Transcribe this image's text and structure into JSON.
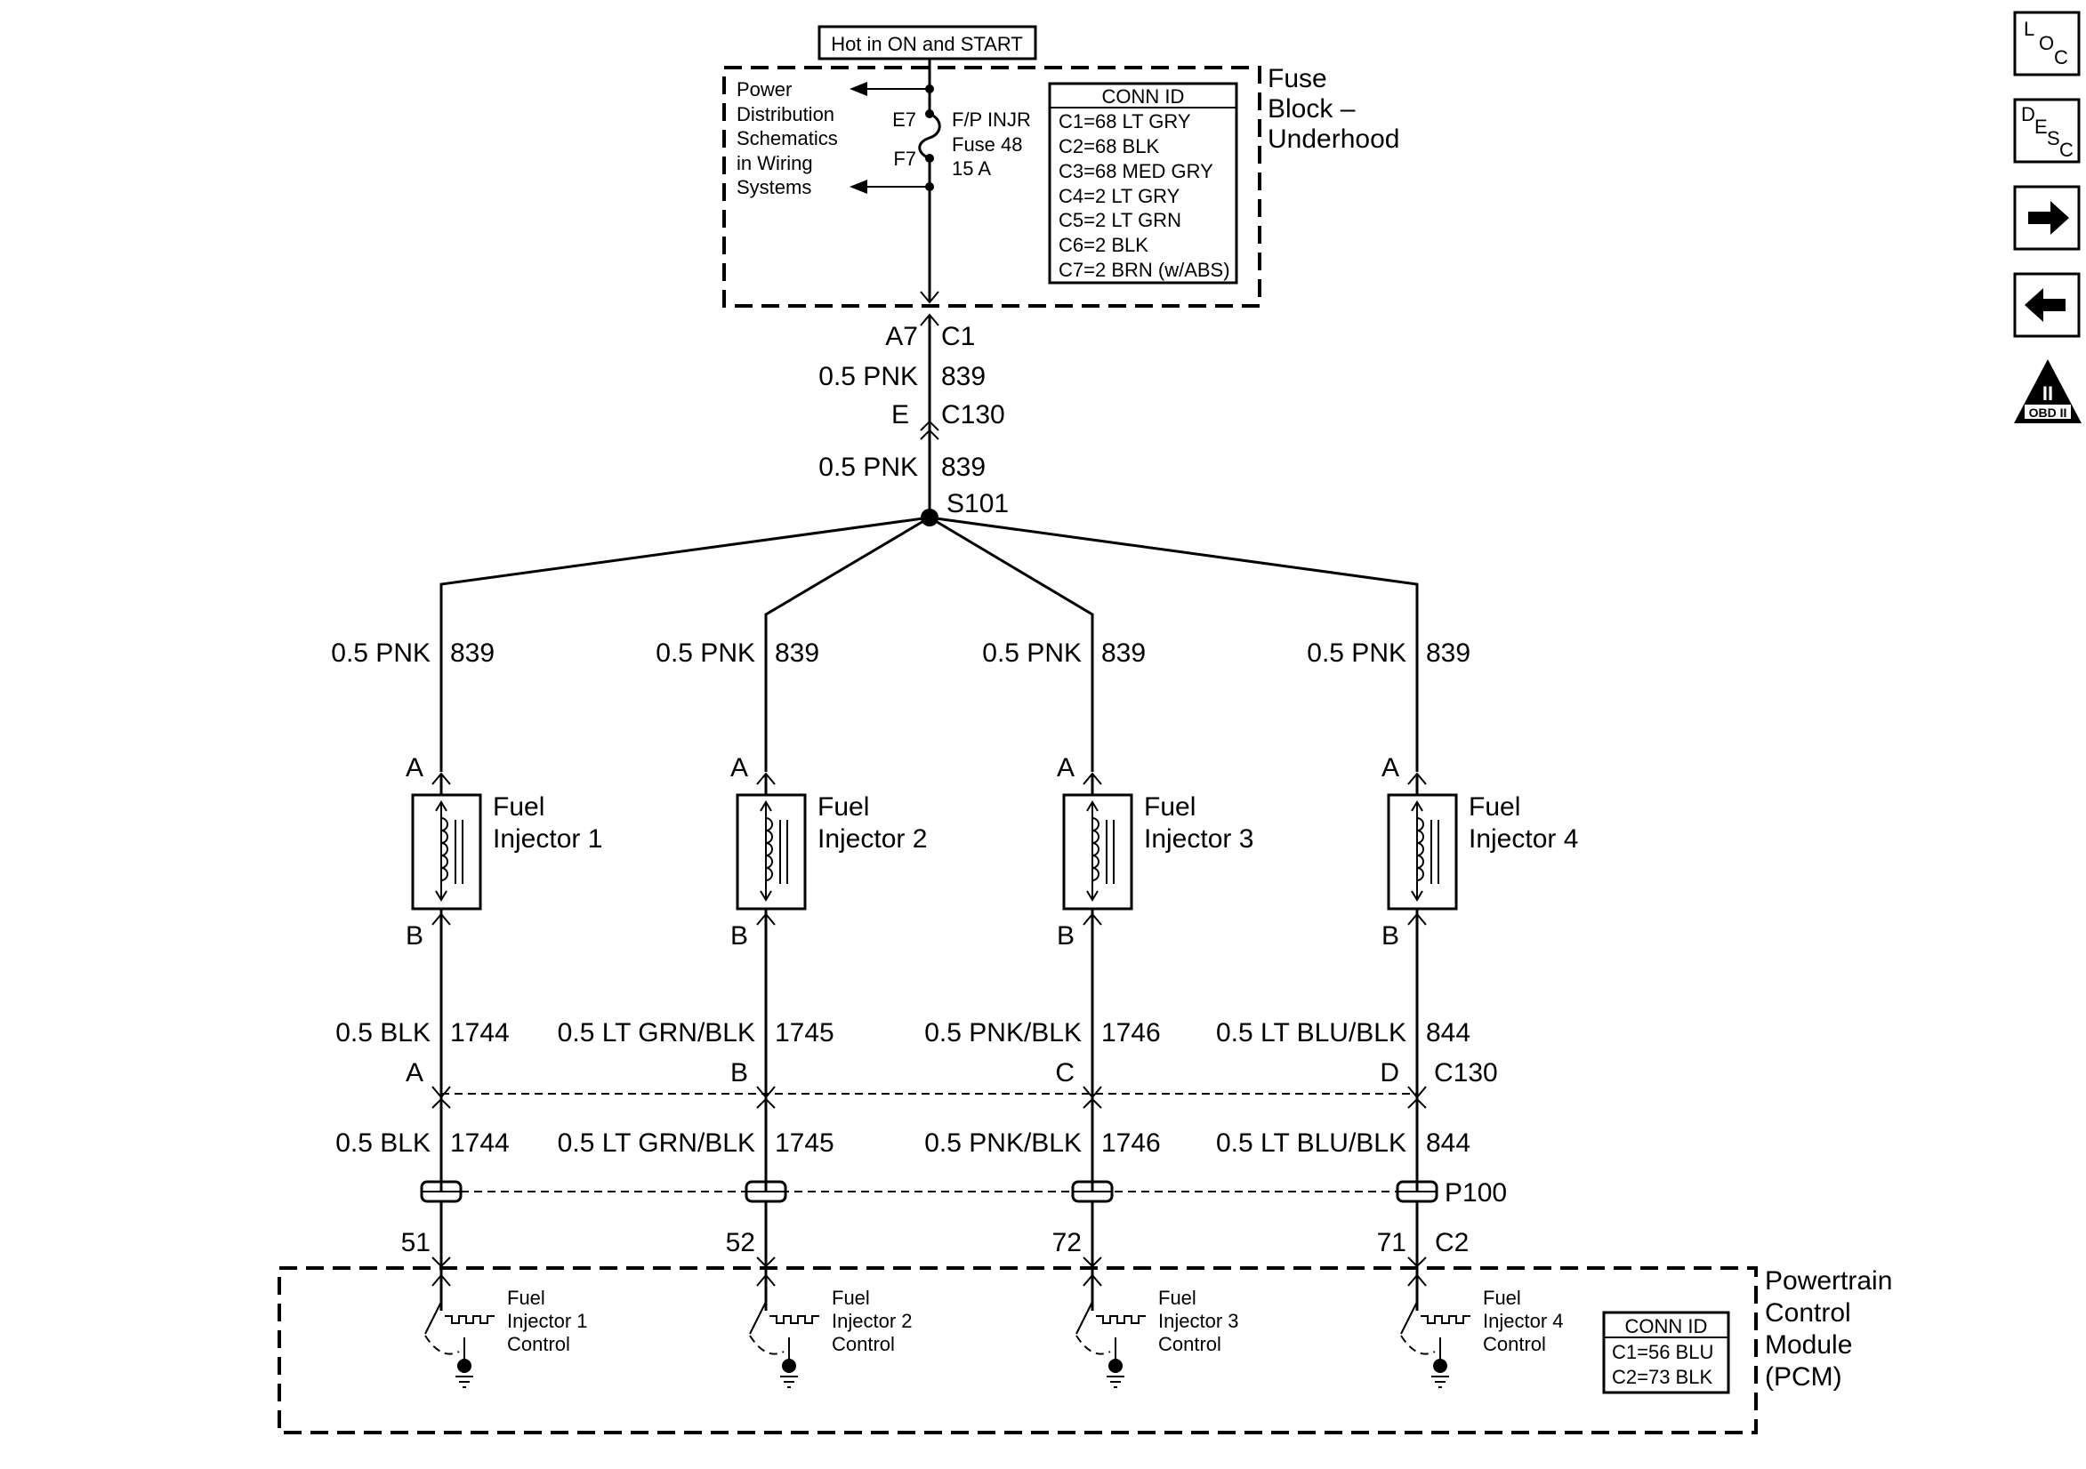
{
  "power_label": "Hot in ON and START",
  "fuse_block": {
    "name_lines": [
      "Fuse",
      "Block –",
      "Underhood"
    ],
    "ref_lines": [
      "Power",
      "Distribution",
      "Schematics",
      "in Wiring",
      "Systems"
    ],
    "terminal_in": "E7",
    "terminal_out": "F7",
    "fuse_lines": [
      "F/P INJR",
      "Fuse 48",
      "15 A"
    ],
    "conn_id_title": "CONN ID",
    "conn_ids": [
      "C1=68 LT GRY",
      "C2=68 BLK",
      "C3=68 MED GRY",
      "C4=2 LT GRY",
      "C5=2 LT GRN",
      "C6=2 BLK",
      "C7=2 BRN (w/ABS)"
    ]
  },
  "feed": {
    "pin": "A7",
    "connector": "C1",
    "wire1_color": "0.5 PNK",
    "wire1_circuit": "839",
    "c130_pin": "E",
    "c130_label": "C130",
    "wire2_color": "0.5 PNK",
    "wire2_circuit": "839",
    "splice": "S101"
  },
  "injectors": [
    {
      "feed_color": "0.5 PNK",
      "feed_circuit": "839",
      "pin_a": "A",
      "pin_b": "B",
      "name1": "Fuel",
      "name2": "Injector 1",
      "ctrl_color": "0.5 BLK",
      "ctrl_circuit": "1744",
      "c130_pin": "A",
      "ctrl_color2": "0.5 BLK",
      "ctrl_circuit2": "1744",
      "pcm_pin": "51",
      "pcm_label": [
        "Fuel",
        "Injector 1",
        "Control"
      ]
    },
    {
      "feed_color": "0.5 PNK",
      "feed_circuit": "839",
      "pin_a": "A",
      "pin_b": "B",
      "name1": "Fuel",
      "name2": "Injector 2",
      "ctrl_color": "0.5 LT GRN/BLK",
      "ctrl_circuit": "1745",
      "c130_pin": "B",
      "ctrl_color2": "0.5 LT GRN/BLK",
      "ctrl_circuit2": "1745",
      "pcm_pin": "52",
      "pcm_label": [
        "Fuel",
        "Injector 2",
        "Control"
      ]
    },
    {
      "feed_color": "0.5 PNK",
      "feed_circuit": "839",
      "pin_a": "A",
      "pin_b": "B",
      "name1": "Fuel",
      "name2": "Injector 3",
      "ctrl_color": "0.5 PNK/BLK",
      "ctrl_circuit": "1746",
      "c130_pin": "C",
      "ctrl_color2": "0.5 PNK/BLK",
      "ctrl_circuit2": "1746",
      "pcm_pin": "72",
      "pcm_label": [
        "Fuel",
        "Injector 3",
        "Control"
      ]
    },
    {
      "feed_color": "0.5 PNK",
      "feed_circuit": "839",
      "pin_a": "A",
      "pin_b": "B",
      "name1": "Fuel",
      "name2": "Injector 4",
      "ctrl_color": "0.5 LT BLU/BLK",
      "ctrl_circuit": "844",
      "c130_pin": "D",
      "ctrl_color2": "0.5 LT BLU/BLK",
      "ctrl_circuit2": "844",
      "pcm_pin": "71",
      "pcm_label": [
        "Fuel",
        "Injector 4",
        "Control"
      ]
    }
  ],
  "c130_label": "C130",
  "p100_label": "P100",
  "pcm_connector": "C2",
  "pcm": {
    "name_lines": [
      "Powertrain",
      "Control",
      "Module",
      "(PCM)"
    ],
    "conn_id_title": "CONN ID",
    "conn_ids": [
      "C1=56 BLU",
      "C2=73 BLK"
    ]
  },
  "nav": {
    "loc": [
      "L",
      "O",
      "C"
    ],
    "desc": [
      "D",
      "E",
      "S",
      "C"
    ],
    "obd_main": "II",
    "obd_sub": "OBD II"
  },
  "icons": [
    "location-icon",
    "description-icon",
    "next-arrow-icon",
    "previous-arrow-icon",
    "obd-warning-icon"
  ]
}
